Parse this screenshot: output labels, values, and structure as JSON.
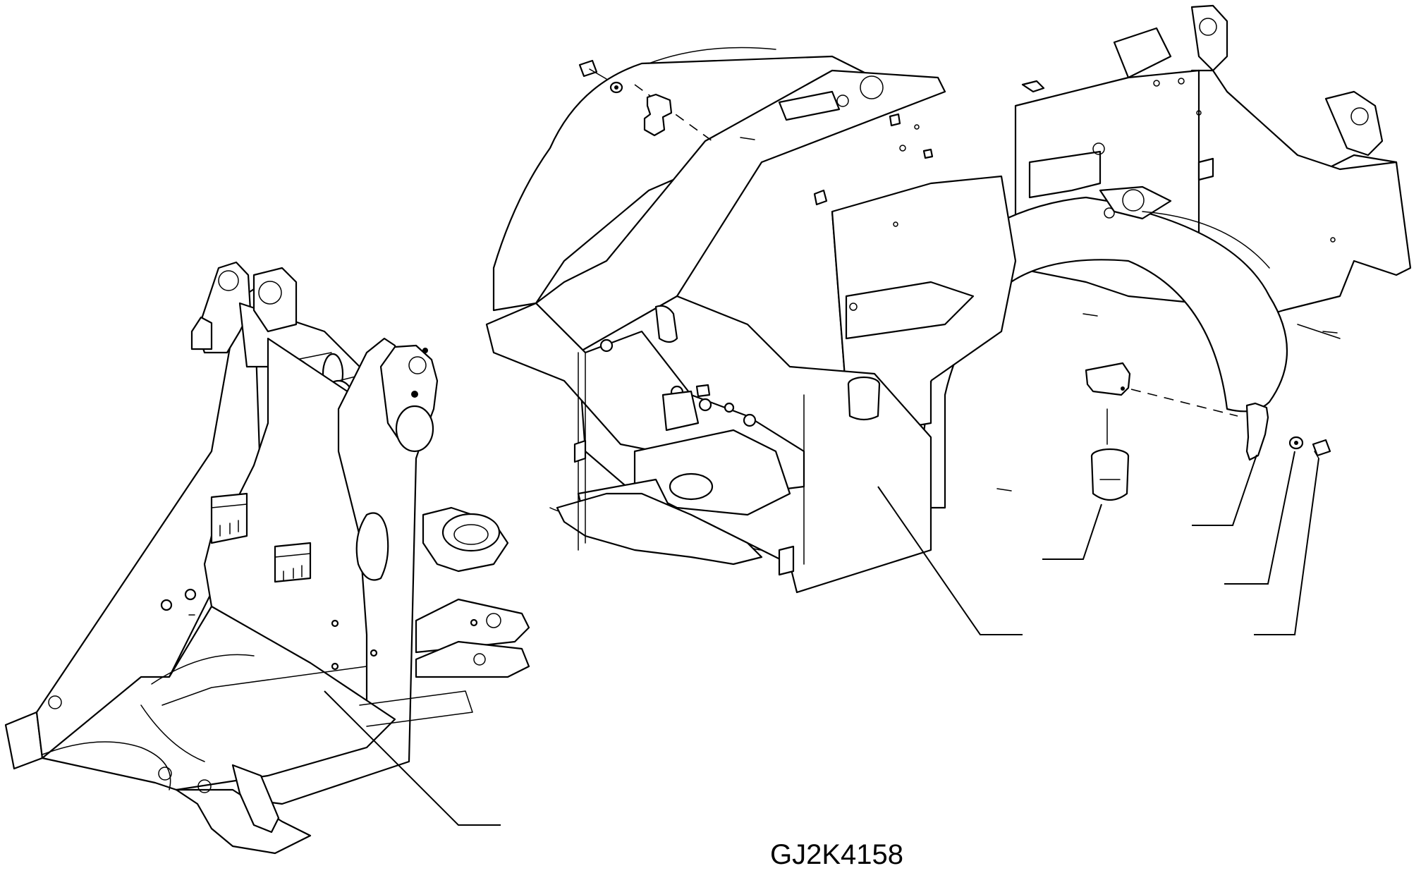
{
  "drawing": {
    "code": "GJ2K4158",
    "line_color": "#000000",
    "background_color": "#ffffff",
    "parts": [
      {
        "id": "front-frame",
        "leader_count": 1
      },
      {
        "id": "rear-frame",
        "leader_count": 1
      },
      {
        "id": "stopper-block",
        "leader_count": 1
      },
      {
        "id": "rubber-damper",
        "leader_count": 1
      },
      {
        "id": "washer",
        "leader_count": 1
      },
      {
        "id": "bolt",
        "leader_count": 1
      }
    ]
  }
}
